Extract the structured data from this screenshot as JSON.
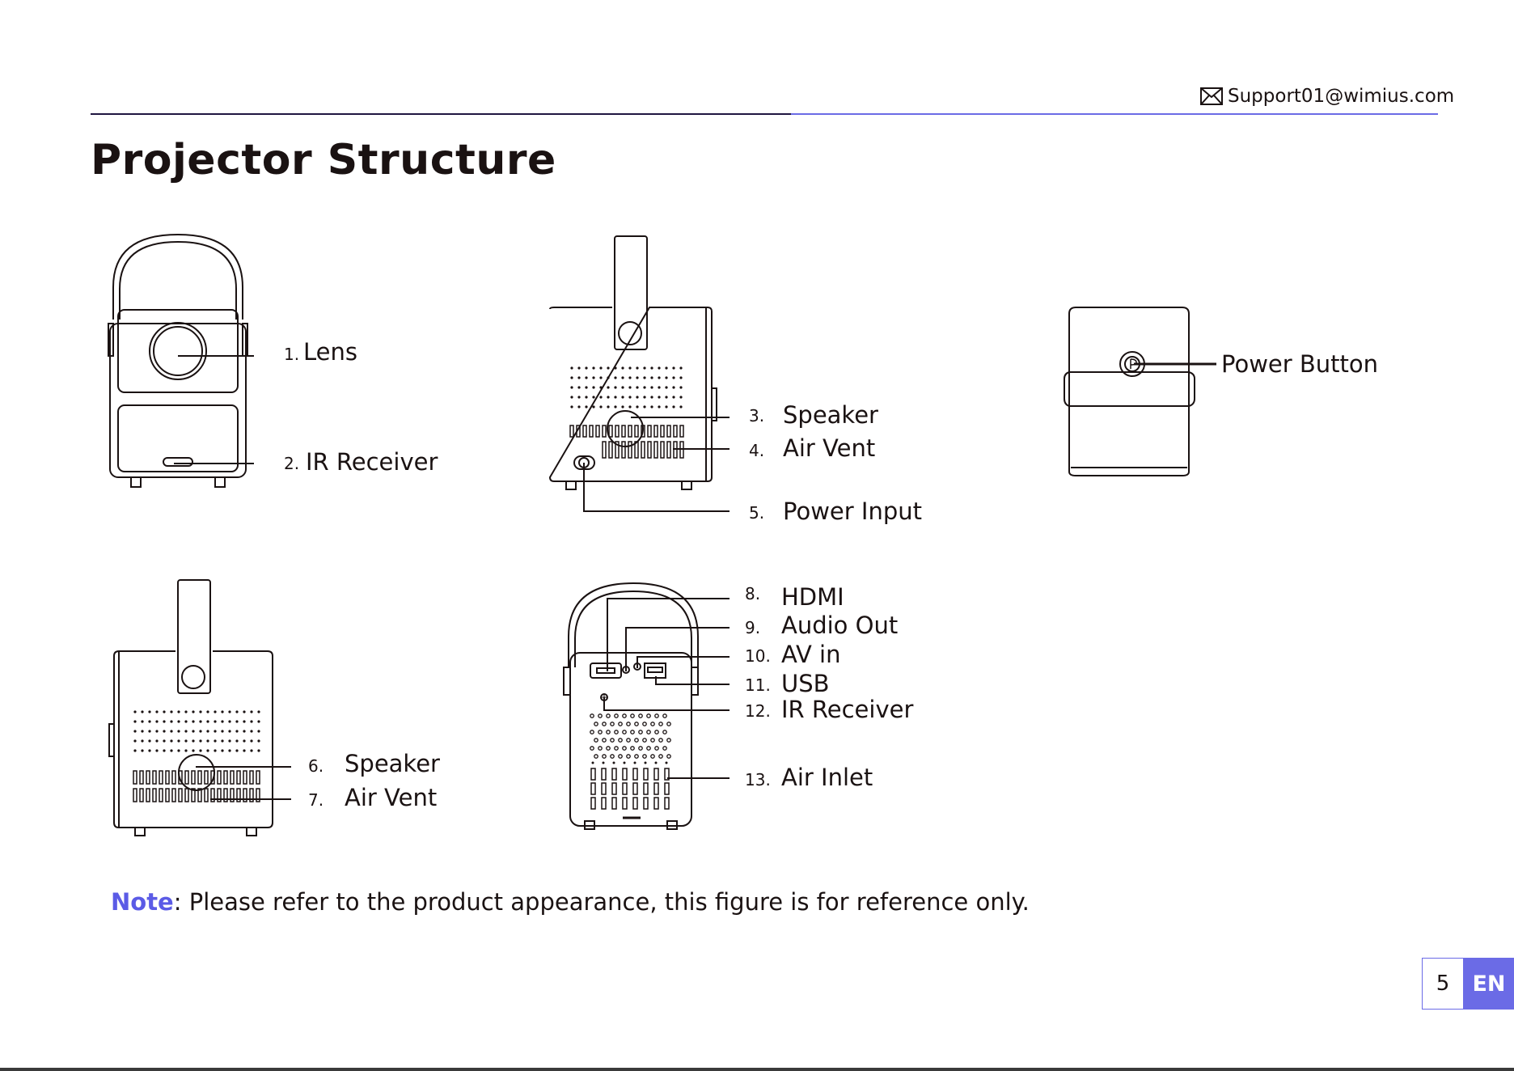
{
  "header": {
    "email": "Support01@wimius.com"
  },
  "title": "Projector Structure",
  "front_view": {
    "callouts": [
      {
        "num": "1.",
        "label": "Lens"
      },
      {
        "num": "2.",
        "label": "IR Receiver"
      }
    ]
  },
  "back_view": {
    "callouts": [
      {
        "num": "3.",
        "label": "Speaker"
      },
      {
        "num": "4.",
        "label": "Air Vent"
      },
      {
        "num": "5.",
        "label": "Power Input"
      }
    ]
  },
  "top_view": {
    "callouts": [
      {
        "num": "",
        "label": "Power Button"
      }
    ]
  },
  "left_view": {
    "callouts": [
      {
        "num": "6.",
        "label": "Speaker"
      },
      {
        "num": "7.",
        "label": "Air Vent"
      }
    ]
  },
  "side_view": {
    "callouts": [
      {
        "num": "8.",
        "label": "HDMI"
      },
      {
        "num": "9.",
        "label": "Audio Out"
      },
      {
        "num": "10.",
        "label": "AV in"
      },
      {
        "num": "11.",
        "label": "USB"
      },
      {
        "num": "12.",
        "label": "IR Receiver"
      },
      {
        "num": "13.",
        "label": "Air Inlet"
      }
    ]
  },
  "note": {
    "keyword": "Note",
    "text": ": Please refer to the product appearance, this figure is for reference only."
  },
  "footer": {
    "page_number": "5",
    "language": "EN"
  },
  "colors": {
    "accent": "#6b6be6",
    "text": "#1a1212",
    "rule_dark": "#1f1640"
  }
}
